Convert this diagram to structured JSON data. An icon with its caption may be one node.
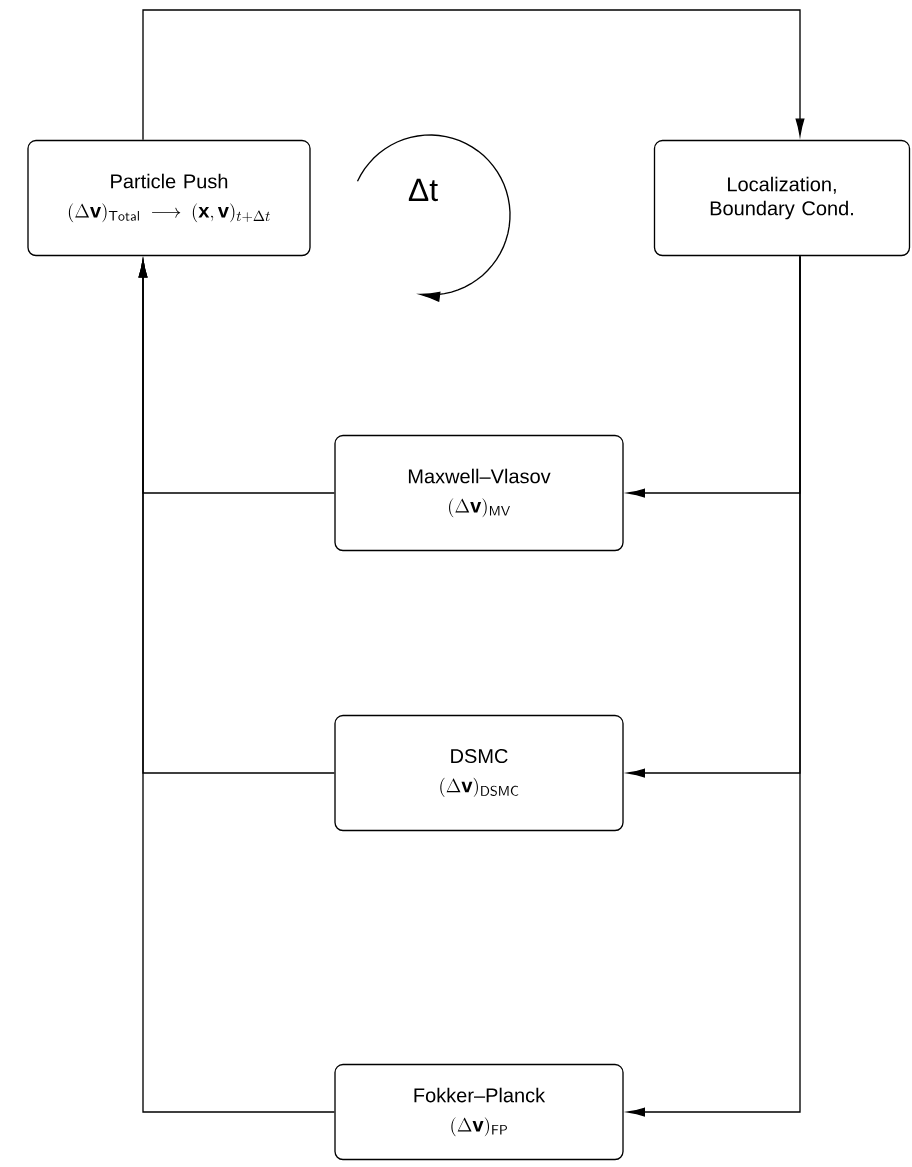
{
  "diagram": {
    "nodes": [
      {
        "text": [
          "Particle Push",
          "(\\Delta\\mathbf{v})_{\\mathsf{Total}} \\longrightarrow (\\mathbf{x},\\mathbf{v})_{t+\\Delta t}"
        ]
      },
      {
        "text": [
          "Localization, Boundary Cond."
        ]
      },
      {
        "text": [
          "Maxwell–Vlasov",
          "(\\Delta\\mathbf{v})_{\\mathsf{MV}}"
        ]
      },
      {
        "text": [
          "DSMC",
          "(\\Delta\\mathbf{v})_{\\mathsf{DSMC}}"
        ]
      },
      {
        "text": [
          "Fokker–Planck",
          "(\\Delta\\mathbf{v})_{\\mathsf{FP}}"
        ]
      }
    ],
    "edges": [
      {
        "from": 0,
        "to": 1,
        "arrow": "to"
      },
      {
        "from": 1,
        "to": 2,
        "arrow": "to"
      },
      {
        "from": 1,
        "to": 3,
        "arrow": "to"
      },
      {
        "from": 1,
        "to": 4,
        "arrow": "to"
      },
      {
        "from": 2,
        "to": 0,
        "arrow": "to"
      },
      {
        "from": 3,
        "to": 0,
        "arrow": "to"
      },
      {
        "from": 4,
        "to": 0,
        "arrow": "to"
      }
    ],
    "labels": [
      "Δt"
    ]
  }
}
